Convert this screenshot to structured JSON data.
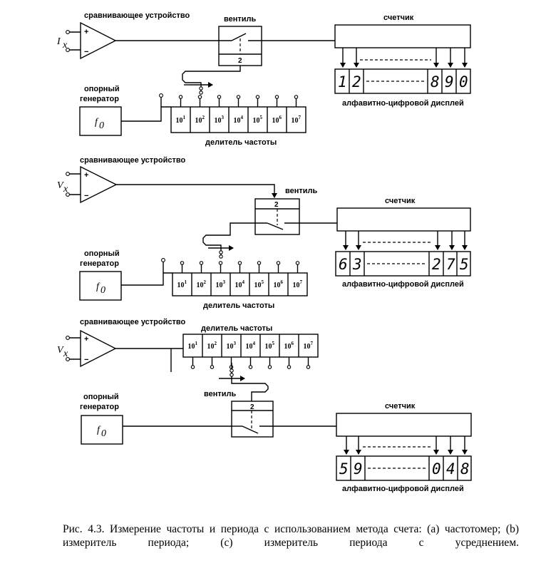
{
  "diagrams": [
    {
      "comparator_label": "сравнивающее устройство",
      "input_symbol": "I",
      "input_sub": "x",
      "gate_label": "вентиль",
      "gate_number": "2",
      "counter_label": "счетчик",
      "generator_label_1": "опорный",
      "generator_label_2": "генератор",
      "freq_symbol": "f",
      "freq_sub": "0",
      "divider_label": "делитель частоты",
      "divider_cells": [
        "10",
        "10",
        "10",
        "10",
        "10",
        "10",
        "10"
      ],
      "divider_powers": [
        "1",
        "2",
        "3",
        "4",
        "5",
        "6",
        "7"
      ],
      "display_label": "алфавитно-цифровой дисплей",
      "display_digits": [
        "1",
        "2",
        "8",
        "9",
        "0"
      ]
    },
    {
      "comparator_label": "сравнивающее устройство",
      "input_symbol": "V",
      "input_sub": "x",
      "gate_label": "вентиль",
      "gate_number": "2",
      "counter_label": "счетчик",
      "generator_label_1": "опорный",
      "generator_label_2": "генератор",
      "freq_symbol": "f",
      "freq_sub": "0",
      "divider_label": "делитель частоты",
      "divider_cells": [
        "10",
        "10",
        "10",
        "10",
        "10",
        "10",
        "10"
      ],
      "divider_powers": [
        "1",
        "2",
        "3",
        "4",
        "5",
        "6",
        "7"
      ],
      "display_label": "алфавитно-цифровой дисплей",
      "display_digits": [
        "6",
        "3",
        "2",
        "7",
        "5"
      ]
    },
    {
      "comparator_label": "сравнивающее устройство",
      "input_symbol": "V",
      "input_sub": "x",
      "gate_label": "вентиль",
      "gate_number": "2",
      "counter_label": "счетчик",
      "generator_label_1": "опорный",
      "generator_label_2": "генератор",
      "freq_symbol": "f",
      "freq_sub": "0",
      "divider_label": "делитель частоты",
      "divider_cells": [
        "10",
        "10",
        "10",
        "10",
        "10",
        "10",
        "10"
      ],
      "divider_powers": [
        "1",
        "2",
        "3",
        "4",
        "5",
        "6",
        "7"
      ],
      "display_label": "алфавитно-цифровой дисплей",
      "display_digits": [
        "5",
        "9",
        "0",
        "4",
        "8"
      ]
    }
  ],
  "caption": "Рис. 4.3. Измерение частоты и периода с использованием метода счета: (a) частотомер; (b) измеритель периода; (c) измеритель периода с усреднением."
}
